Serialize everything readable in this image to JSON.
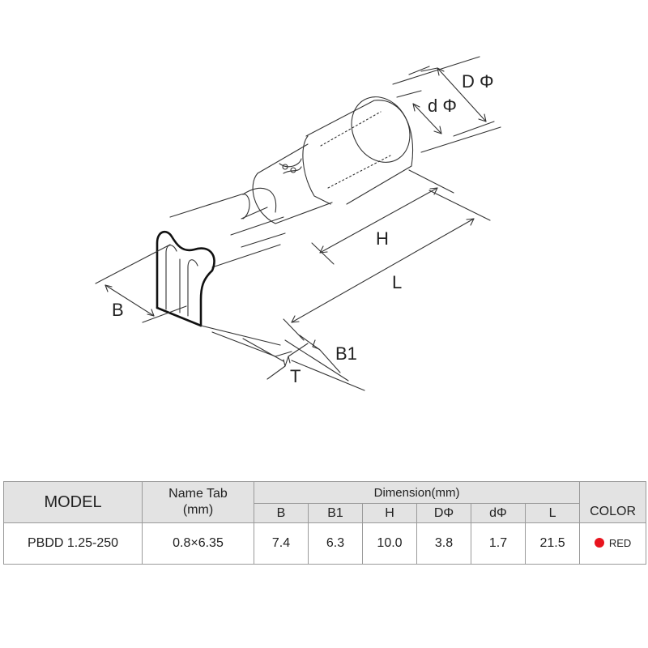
{
  "diagram": {
    "labels": {
      "D_phi": "D Φ",
      "d_phi": "d Φ",
      "H": "H",
      "L": "L",
      "B": "B",
      "B1": "B1",
      "T": "T"
    }
  },
  "table": {
    "model_header": "MODEL",
    "name_tab_header_line1": "Name Tab",
    "name_tab_header_line2": "(mm)",
    "dimension_header": "Dimension(mm)",
    "dimension_columns": [
      "B",
      "B1",
      "H",
      "DΦ",
      "dΦ",
      "L"
    ],
    "color_header": "COLOR",
    "row": {
      "model": "PBDD 1.25-250",
      "name_tab": "0.8×6.35",
      "B": "7.4",
      "B1": "6.3",
      "H": "10.0",
      "D_phi": "3.8",
      "d_phi": "1.7",
      "L": "21.5",
      "color_name": "RED",
      "color_hex": "#e8141e"
    }
  }
}
